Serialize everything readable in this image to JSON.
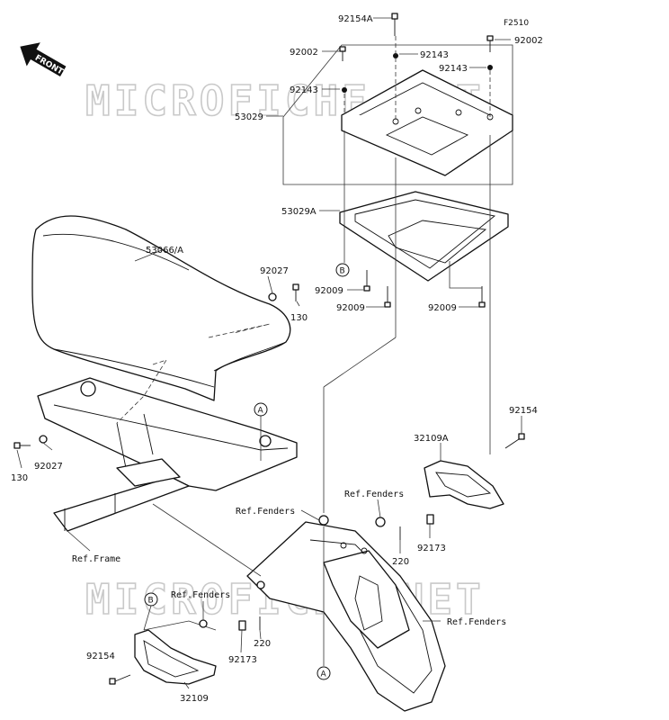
{
  "watermark": [
    "MICROFICHE.NET",
    "MICROFICHE.NET"
  ],
  "direction_label": "FRONT",
  "code": "F2510",
  "labels": {
    "p92154A": "92154A",
    "p92002_left": "92002",
    "p92002_right": "92002",
    "p92143_top": "92143",
    "p92143_right": "92143",
    "p92143_left": "92143",
    "p53029": "53029",
    "p53029A": "53029A",
    "p92009_a": "92009",
    "p92009_b": "92009",
    "p92009_c": "92009",
    "p53066A": "53066/A",
    "p92027_top": "92027",
    "p130_top": "130",
    "p92027_left": "92027",
    "p130_left": "130",
    "p92154_right": "92154",
    "p32109A": "32109A",
    "ref_fenders_mid": "Ref.Fenders",
    "ref_fenders_left": "Ref.Fenders",
    "ref_fenders_bottom_left": "Ref.Fenders",
    "ref_fenders_main": "Ref.Fenders",
    "ref_frame": "Ref.Frame",
    "p92173_right": "92173",
    "p220_right": "220",
    "p220_left": "220",
    "p92173_left": "92173",
    "p92154_left": "92154",
    "p32109": "32109"
  },
  "markers": {
    "A_top": "A",
    "A_bottom": "A",
    "B_top": "B",
    "B_bottom": "B"
  }
}
